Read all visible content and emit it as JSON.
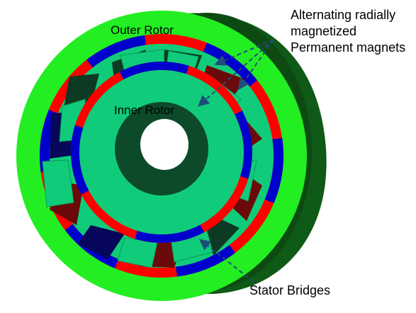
{
  "labels": {
    "outer_rotor": "Outer Rotor",
    "inner_rotor": "Inner Rotor",
    "magnets_line1": "Alternating radially",
    "magnets_line2": "magnetized",
    "magnets_line3": "Permanent magnets",
    "stator_bridges": "Stator Bridges"
  },
  "colors": {
    "rotor_green": "#22ee22",
    "rotor_side_dark": "#0d4a12",
    "rotor_side_mid": "#0e5a16",
    "stator_green": "#10cc7a",
    "magnet_red": "#ff0000",
    "magnet_blue": "#0000cc",
    "dark_red": "#6b0a0a",
    "dark_blue": "#06065a",
    "dark_green": "#0c3a22",
    "callout_line": "#1f4e79",
    "background": "#ffffff"
  },
  "icons": [
    "dashed-callout-arrow"
  ]
}
